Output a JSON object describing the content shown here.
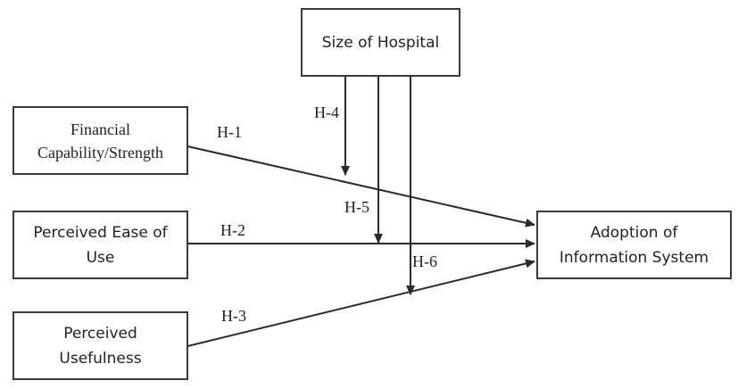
{
  "diagram": {
    "type": "research-model",
    "nodes": {
      "moderator": {
        "id": "size-of-hospital",
        "lines": [
          "Size of Hospital"
        ]
      },
      "financial": {
        "id": "financial-capability",
        "lines": [
          "Financial",
          "Capability/Strength"
        ]
      },
      "peou": {
        "id": "perceived-ease-of-use",
        "lines": [
          "Perceived Ease of",
          "Use"
        ]
      },
      "pu": {
        "id": "perceived-usefulness",
        "lines": [
          "Perceived",
          "Usefulness"
        ]
      },
      "outcome": {
        "id": "adoption-of-information-system",
        "lines": [
          "Adoption of",
          "Information System"
        ]
      }
    },
    "hypotheses": [
      {
        "label": "H-1",
        "from": "Financial Capability/Strength",
        "to": "Adoption of Information System",
        "kind": "direct"
      },
      {
        "label": "H-2",
        "from": "Perceived Ease of Use",
        "to": "Adoption of Information System",
        "kind": "direct"
      },
      {
        "label": "H-3",
        "from": "Perceived Usefulness",
        "to": "Adoption of Information System",
        "kind": "direct"
      },
      {
        "label": "H-4",
        "from": "Size of Hospital",
        "to": "H-1 path",
        "kind": "moderating"
      },
      {
        "label": "H-5",
        "from": "Size of Hospital",
        "to": "H-2 path",
        "kind": "moderating"
      },
      {
        "label": "H-6",
        "from": "Size of Hospital",
        "to": "H-3 path",
        "kind": "moderating"
      }
    ],
    "colors": {
      "line": "#2a2a2a",
      "text": "#222222",
      "background": "#ffffff"
    }
  }
}
